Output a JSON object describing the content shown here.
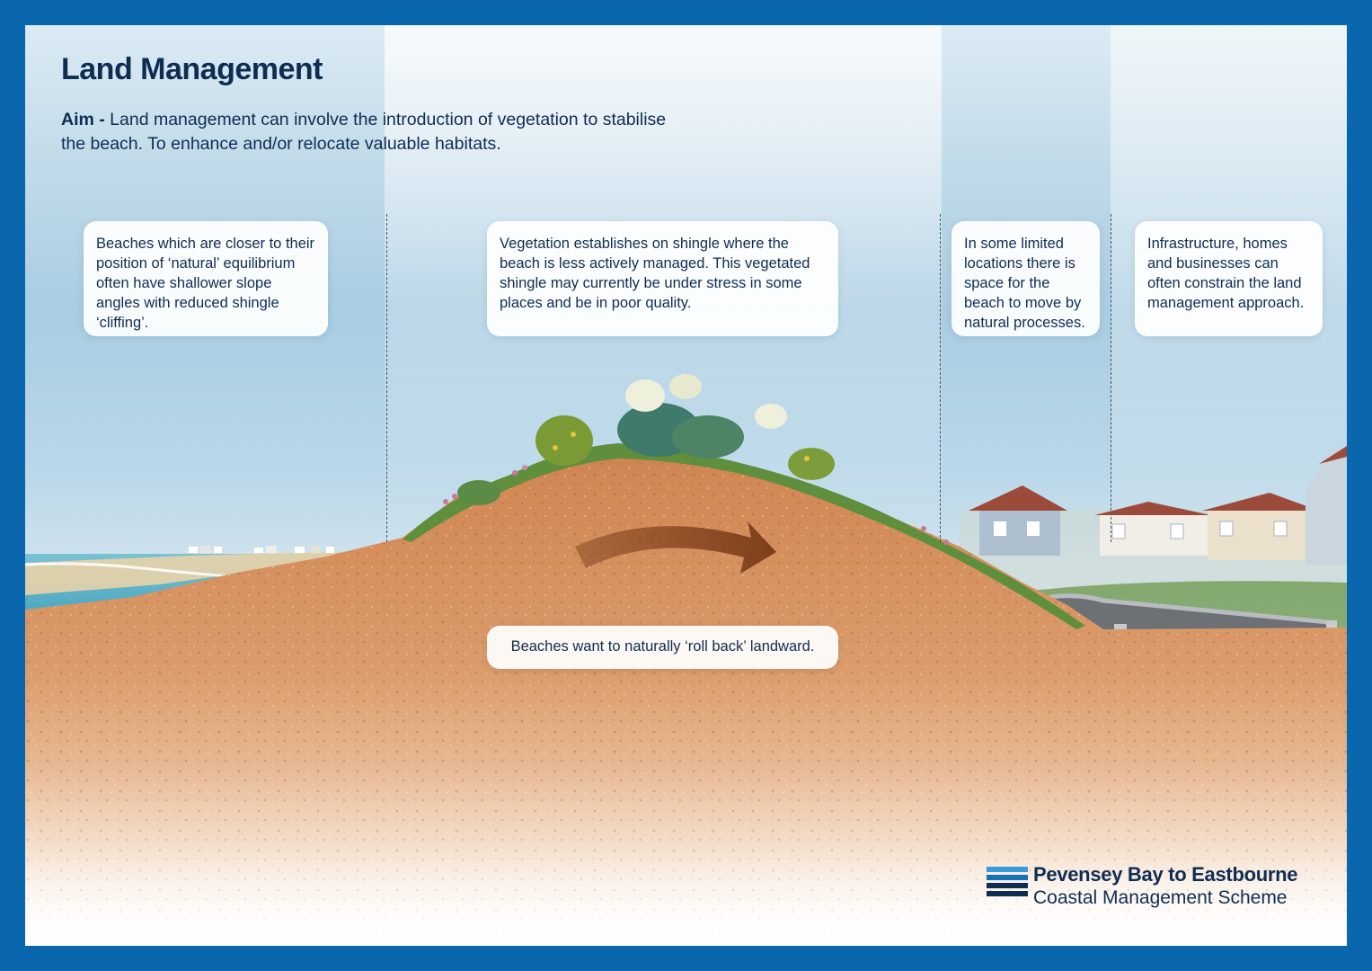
{
  "title": "Land Management",
  "aim": {
    "label": "Aim -",
    "text": "Land management can involve the introduction of vegetation to stabilise the beach. To enhance and/or relocate valuable habitats."
  },
  "callouts": [
    "Beaches which are closer to their position of ‘natural’ equilibrium often have shallower slope angles with reduced shingle ‘cliffing’.",
    "Vegetation establishes on shingle where the beach is less actively managed. This vegetated shingle may currently be under stress in some places and be in poor quality.",
    "In some limited locations there is space for the beach to move by natural processes.",
    "Infrastructure, homes and businesses can often constrain the land management approach."
  ],
  "rollback_note": "Beaches want to naturally ‘roll back’ landward.",
  "brand": {
    "name": "Pevensey Bay to Eastbourne",
    "subtitle": "Coastal Management Scheme"
  },
  "colors": {
    "border": "#0a66ad",
    "navy": "#0f2d52",
    "shingle": "#d9935e",
    "sea": "#5fb4c9",
    "vegetation": "#4f8a3c",
    "arrow": "#7a3a18"
  },
  "brand_mark_colors": [
    "#3b9ad8",
    "#1a6fb5",
    "#0f2d52",
    "#0f2d52"
  ]
}
